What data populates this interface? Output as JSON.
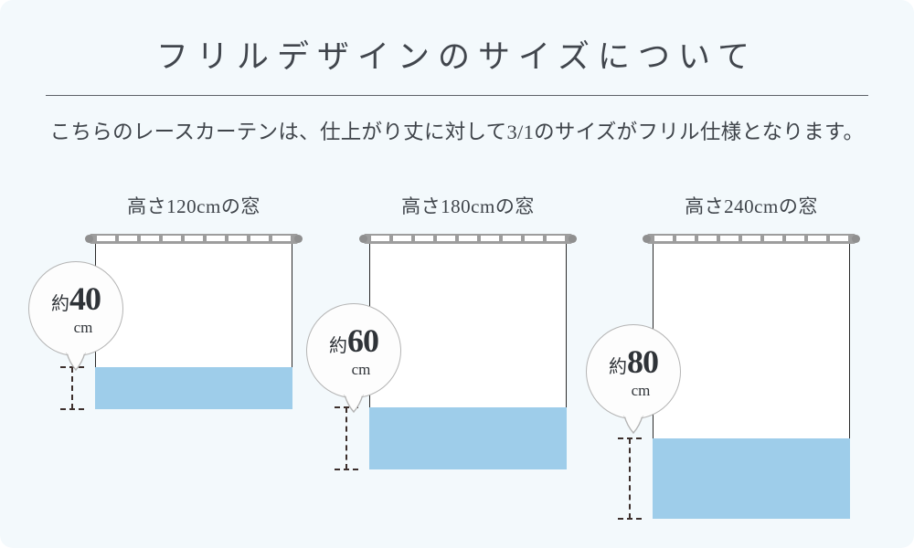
{
  "page": {
    "background_color": "#f3f9fc",
    "accent_blue": "#9ecdea",
    "rod_gray": "#9d9d9d",
    "text_color": "#3f444a"
  },
  "header": {
    "title": "フリルデザインのサイズについて",
    "subtitle": "こちらのレースカーテンは、仕上がり丈に対して3/1のサイズがフリル仕様となります。"
  },
  "columns": [
    {
      "title": "高さ120cmの窓",
      "badge": {
        "approx": "約",
        "value": "40",
        "unit": "cm"
      }
    },
    {
      "title": "高さ180cmの窓",
      "badge": {
        "approx": "約",
        "value": "60",
        "unit": "cm"
      }
    },
    {
      "title": "高さ240cmの窓",
      "badge": {
        "approx": "約",
        "value": "80",
        "unit": "cm"
      }
    }
  ]
}
